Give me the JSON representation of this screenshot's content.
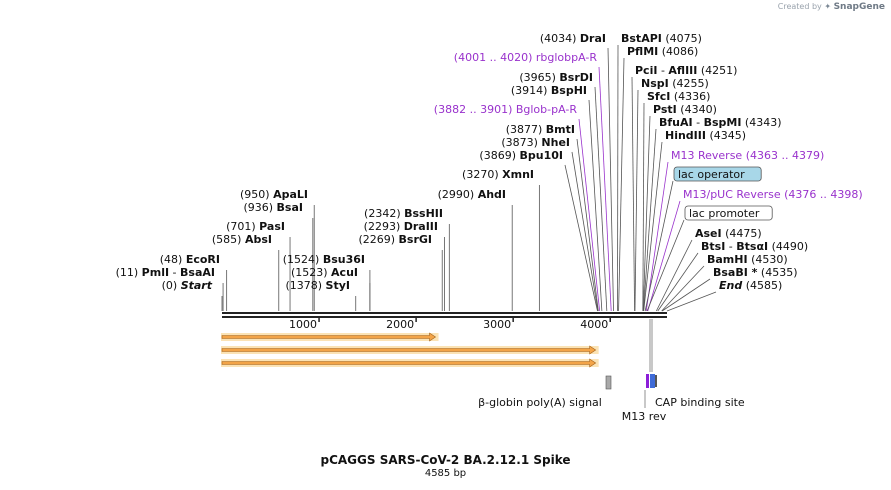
{
  "header": {
    "credit_prefix": "Created by",
    "credit_brand": "SnapGene"
  },
  "plasmid": {
    "name": "pCAGGS SARS-CoV-2 BA.2.12.1 Spike",
    "length_label": "4585 bp",
    "length": 4585
  },
  "colors": {
    "enzyme": "#111111",
    "primer": "#9932cc",
    "feature_label": "#111111",
    "arrow_fill": "#f3a447",
    "arrow_glow": "#fbe3b5",
    "lac_operator_bg": "#a8d7e8"
  },
  "ruler": {
    "ticks": [
      1000,
      2000,
      3000,
      4000
    ],
    "labels": [
      "1000",
      "2000",
      "3000",
      "4000"
    ]
  },
  "labels": [
    {
      "kind": "enzyme",
      "pos": 0,
      "numL": "(0)",
      "name": "Start",
      "italic": true
    },
    {
      "kind": "enzyme",
      "pos": 11,
      "numL": "(11)",
      "name": "PmlI",
      "name2": "BsaAI"
    },
    {
      "kind": "enzyme",
      "pos": 48,
      "numL": "(48)",
      "name": "EcoRI"
    },
    {
      "kind": "enzyme",
      "pos": 585,
      "numL": "(585)",
      "name": "AbsI"
    },
    {
      "kind": "enzyme",
      "pos": 701,
      "numL": "(701)",
      "name": "PasI"
    },
    {
      "kind": "enzyme",
      "pos": 936,
      "numL": "(936)",
      "name": "BsaI"
    },
    {
      "kind": "enzyme",
      "pos": 950,
      "numL": "(950)",
      "name": "ApaLI"
    },
    {
      "kind": "enzyme",
      "pos": 1378,
      "numL": "(1378)",
      "name": "StyI"
    },
    {
      "kind": "enzyme",
      "pos": 1523,
      "numL": "(1523)",
      "name": "AcuI"
    },
    {
      "kind": "enzyme",
      "pos": 1524,
      "numL": "(1524)",
      "name": "Bsu36I"
    },
    {
      "kind": "enzyme",
      "pos": 2269,
      "numL": "(2269)",
      "name": "BsrGI"
    },
    {
      "kind": "enzyme",
      "pos": 2293,
      "numL": "(2293)",
      "name": "DraIII"
    },
    {
      "kind": "enzyme",
      "pos": 2342,
      "numL": "(2342)",
      "name": "BssHII"
    },
    {
      "kind": "enzyme",
      "pos": 2990,
      "numL": "(2990)",
      "name": "AhdI"
    },
    {
      "kind": "enzyme",
      "pos": 3270,
      "numL": "(3270)",
      "name": "XmnI"
    },
    {
      "kind": "enzyme",
      "pos": 3869,
      "numL": "(3869)",
      "name": "Bpu10I"
    },
    {
      "kind": "enzyme",
      "pos": 3873,
      "numL": "(3873)",
      "name": "NheI"
    },
    {
      "kind": "enzyme",
      "pos": 3877,
      "numL": "(3877)",
      "name": "BmtI"
    },
    {
      "kind": "primer",
      "pos": 3891,
      "text": "(3882 .. 3901)  Bglob-pA-R"
    },
    {
      "kind": "enzyme",
      "pos": 3914,
      "numL": "(3914)",
      "name": "BspHI"
    },
    {
      "kind": "enzyme",
      "pos": 3965,
      "numL": "(3965)",
      "name": "BsrDI"
    },
    {
      "kind": "primer",
      "pos": 4010,
      "text": "(4001 .. 4020)  rbglobpA-R"
    },
    {
      "kind": "enzyme",
      "pos": 4034,
      "numL": "(4034)",
      "name": "DraI"
    },
    {
      "kind": "enzyme",
      "pos": 4075,
      "numR": "(4075)",
      "name": "BstAPI"
    },
    {
      "kind": "enzyme",
      "pos": 4086,
      "numR": "(4086)",
      "name": "PflMI"
    },
    {
      "kind": "enzyme",
      "pos": 4251,
      "numR": "(4251)",
      "name": "PciI",
      "name2": "AflIII"
    },
    {
      "kind": "enzyme",
      "pos": 4255,
      "numR": "(4255)",
      "name": "NspI"
    },
    {
      "kind": "enzyme",
      "pos": 4336,
      "numR": "(4336)",
      "name": "SfcI"
    },
    {
      "kind": "enzyme",
      "pos": 4340,
      "numR": "(4340)",
      "name": "PstI"
    },
    {
      "kind": "enzyme",
      "pos": 4343,
      "numR": "(4343)",
      "name": "BfuAI",
      "name2": "BspMI"
    },
    {
      "kind": "enzyme",
      "pos": 4345,
      "numR": "(4345)",
      "name": "HindIII"
    },
    {
      "kind": "primer",
      "pos": 4371,
      "text": "M13 Reverse    (4363 .. 4379)"
    },
    {
      "kind": "boxed",
      "pos": 4360,
      "text": "lac operator",
      "boxColor": "#a8d7e8"
    },
    {
      "kind": "primer",
      "pos": 4387,
      "text": "M13/pUC Reverse    (4376 .. 4398)"
    },
    {
      "kind": "boxed",
      "pos": 4380,
      "text": "lac promoter",
      "boxColor": "#ffffff"
    },
    {
      "kind": "enzyme",
      "pos": 4475,
      "numR": "(4475)",
      "name": "AseI"
    },
    {
      "kind": "enzyme",
      "pos": 4490,
      "numR": "(4490)",
      "name": "BtsI",
      "name2": "BtsαI"
    },
    {
      "kind": "enzyme",
      "pos": 4530,
      "numR": "(4530)",
      "name": "BamHI"
    },
    {
      "kind": "enzyme",
      "pos": 4535,
      "numR": "(4535)",
      "name": "BsaBI *"
    },
    {
      "kind": "enzyme",
      "pos": 4585,
      "numR": "(4585)",
      "name": "End",
      "italic": true
    }
  ],
  "orfs": [
    {
      "start": 0,
      "end": 2200,
      "color": "#f3a447"
    },
    {
      "start": 0,
      "end": 3850,
      "color": "#f3a447"
    },
    {
      "start": 0,
      "end": 3850,
      "color": "#f3a447"
    }
  ],
  "features": [
    {
      "name": "β-globin poly(A) signal",
      "start": 3950,
      "end": 4000,
      "color": "#a9a9a9"
    },
    {
      "name": "M13 rev",
      "start": 4363,
      "end": 4379,
      "color": "#8c1ed8"
    },
    {
      "name": "CAP binding site",
      "start": 4400,
      "end": 4430,
      "color": "#3f6bd8"
    }
  ]
}
